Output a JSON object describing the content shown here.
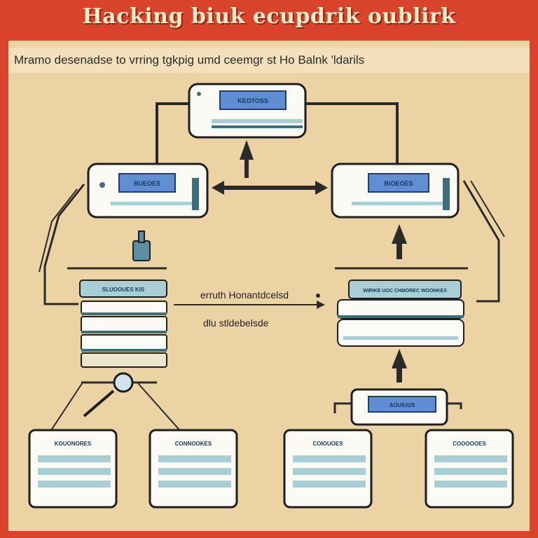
{
  "title": "Hacking biuk ecupdrik oublirk",
  "subtitle": "Mramo desenadse to vrring tgkpig umd ceemgr st Ho Balnk 'ldarils",
  "colors": {
    "frame": "#d9432c",
    "panel": "#ebd3a4",
    "subtitle_strip": "#f2e1bb",
    "box_fill": "#fbfaf4",
    "box_stroke": "#1e1e1e",
    "label_fill": "#5f8fd2",
    "stripe": "#a9cfd6",
    "arrow": "#2a2a2a"
  },
  "nodes": {
    "top_server": "KEOTOSS",
    "left_server": "BUEOES",
    "right_server": "BIOEOES",
    "left_stack": "SLUOOUES KIS",
    "right_stack": "WIRIKE UOC CHMOREC WOONKES",
    "bottom_server": "AOUIUUS",
    "bottom_box_1": "KOUONORES",
    "bottom_box_2": "CONNOOKES",
    "bottom_box_3": "COIOUOES",
    "bottom_box_4": "COOOOOES"
  },
  "edge_labels": {
    "main": "erruth Honantdcelsd",
    "secondary": "dlu stldebelsde"
  }
}
